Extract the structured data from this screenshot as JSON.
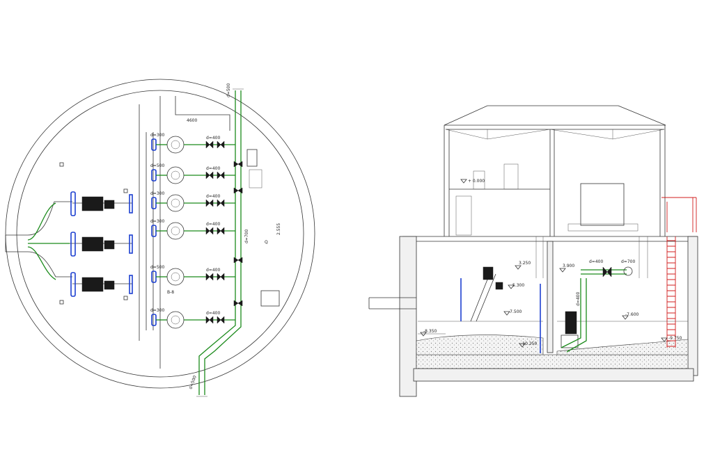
{
  "plan": {
    "labels": {
      "pipe_top": "d=500",
      "pipe_bottom": "d=500",
      "pipe_main": "d=700",
      "dim_top": "4600",
      "dim_side": "2.555",
      "tag_a": "Q",
      "tag_b": "B-8"
    },
    "rows": [
      {
        "inlet": "d=300",
        "outlet": "d=400"
      },
      {
        "inlet": "d=500",
        "outlet": "d=400"
      },
      {
        "inlet": "d=300",
        "outlet": "d=400"
      },
      {
        "inlet": "d=300",
        "outlet": "d=400"
      },
      {
        "inlet": "d=500",
        "outlet": "d=400"
      },
      {
        "inlet": "d=300",
        "outlet": "d=400"
      }
    ]
  },
  "section": {
    "levels": {
      "l1": "3.900",
      "l2": "3.250",
      "l3": "5.300",
      "l4": "-7.500",
      "l5": "-7.600",
      "l6": "-8.350",
      "l7": "-10.250",
      "l8": "-9.750",
      "l9": "+ 0.000"
    },
    "pipes": {
      "riser": "d=400",
      "header_top": "d=400",
      "header_right": "d=700"
    }
  },
  "colors": {
    "green": "#1a8a1a",
    "blue": "#1c3fd0",
    "red": "#d21c1c",
    "ink": "#333333"
  }
}
